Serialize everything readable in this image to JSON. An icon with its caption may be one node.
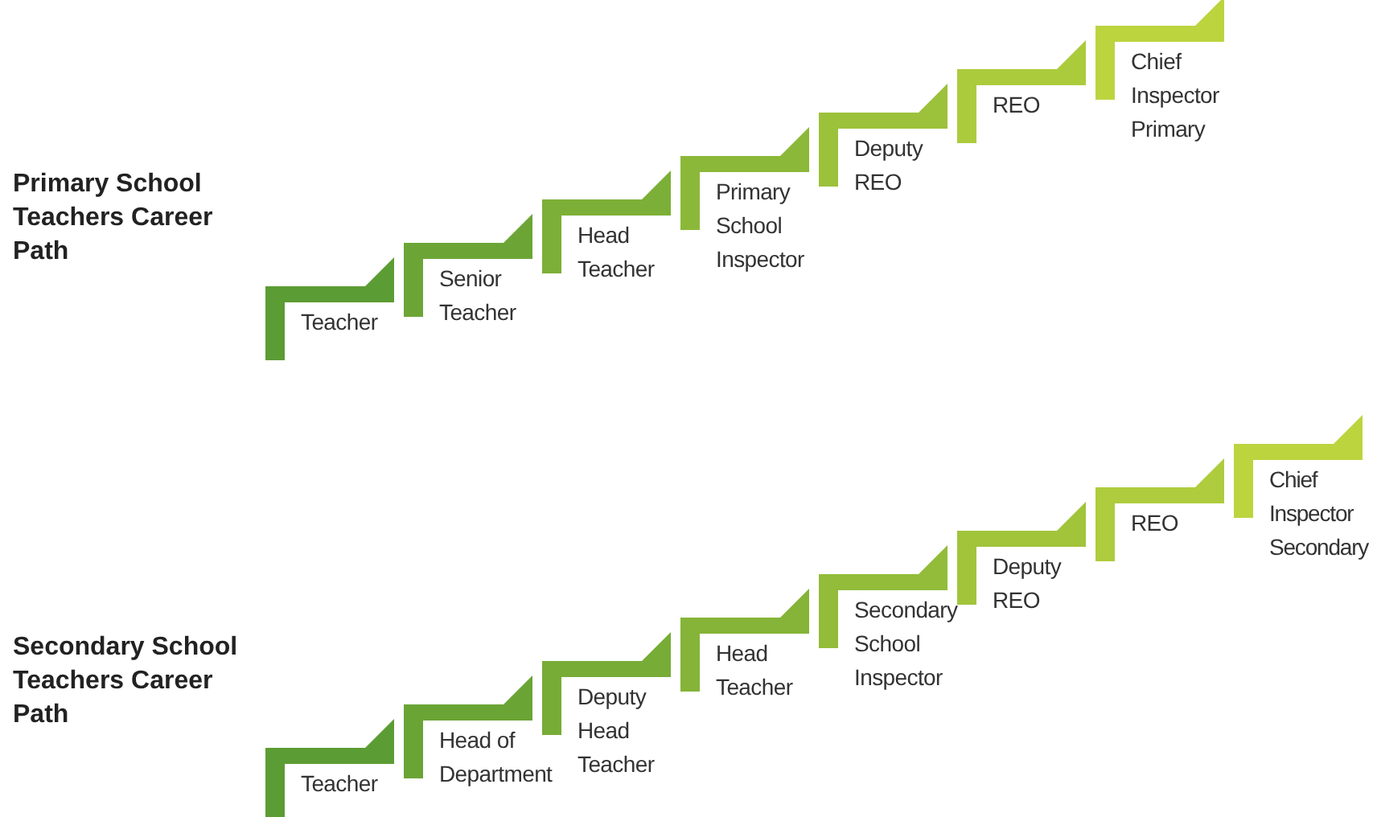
{
  "diagram": {
    "nodes": [
      {
        "text": [
          "Teacher"
        ]
      },
      {
        "text": [
          "Senior Teacher"
        ]
      },
      {
        "text": [
          "Head Teacher"
        ]
      },
      {
        "text": [
          "Primary School Inspector"
        ]
      },
      {
        "text": [
          "Deputy REO"
        ]
      },
      {
        "text": [
          "REO"
        ]
      },
      {
        "text": [
          "Chief Inspector Primary"
        ]
      },
      {
        "text": [
          "Teacher"
        ]
      },
      {
        "text": [
          "Head of Department"
        ]
      },
      {
        "text": [
          "Deputy Head Teacher"
        ]
      },
      {
        "text": [
          "Head Teacher"
        ]
      },
      {
        "text": [
          "Secondary School Inspector"
        ]
      },
      {
        "text": [
          "Deputy REO"
        ]
      },
      {
        "text": [
          "REO"
        ]
      },
      {
        "text": [
          "Chief Inspector Secondary"
        ]
      }
    ],
    "labels": [
      "Primary School Teachers Career Path",
      "Secondary School Teachers Career Path"
    ]
  }
}
